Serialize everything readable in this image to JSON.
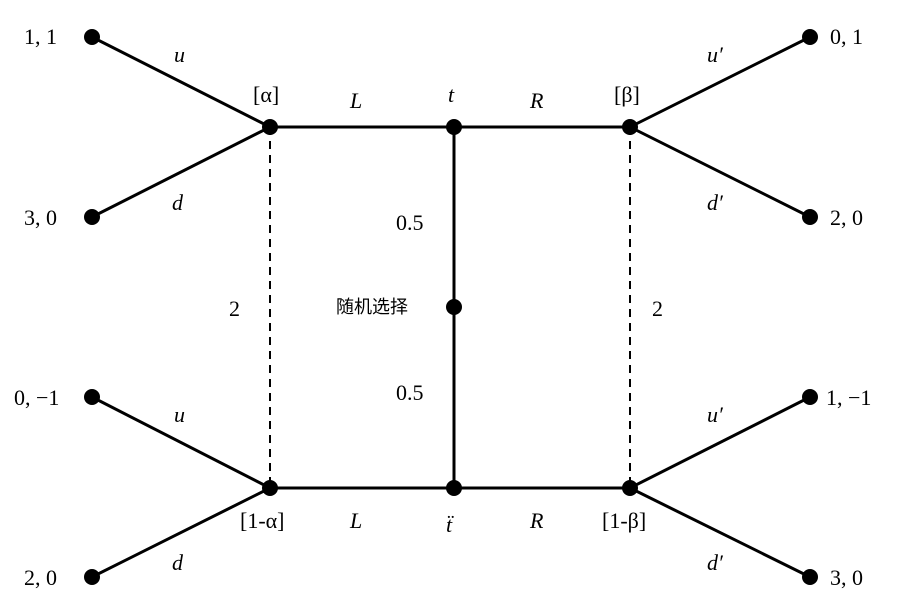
{
  "diagram": {
    "center_node_label": "随机选择",
    "prob_top": "0.5",
    "prob_bottom": "0.5",
    "top_left_info": "[α]",
    "bottom_left_info": "[1-α]",
    "top_right_info": "[β]",
    "bottom_right_info": "[1-β]",
    "top_type": "t",
    "bottom_type": "ẗ",
    "left_action": "L",
    "right_action": "R",
    "left_dashed_label": "2",
    "right_dashed_label": "2",
    "left_up": "u",
    "left_down": "d",
    "right_up": "u′",
    "right_down": "d′",
    "payoffs": {
      "tl_u": "1, 1",
      "tl_d": "3, 0",
      "bl_u": "0, −1",
      "bl_d": "2, 0",
      "tr_u": "0, 1",
      "tr_d": "2, 0",
      "br_u": "1, −1",
      "br_d": "3, 0"
    }
  }
}
